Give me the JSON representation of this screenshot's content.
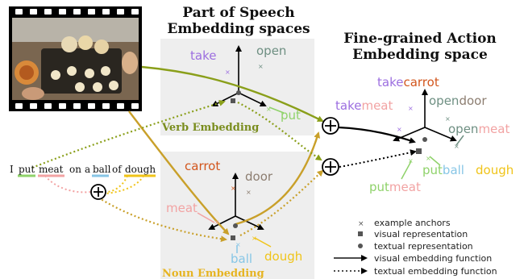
{
  "titles": {
    "pos_line1": "Part of Speech",
    "pos_line2": "Embedding spaces",
    "action_line1": "Fine-grained Action",
    "action_line2": "Embedding space"
  },
  "verb_space": {
    "label": "Verb Embedding",
    "anchors": {
      "take": "take",
      "open": "open",
      "put": "put"
    }
  },
  "noun_space": {
    "label": "Noun Embedding",
    "anchors": {
      "carrot": "carrot",
      "door": "door",
      "meat": "meat",
      "ball": "ball",
      "dough": "dough"
    }
  },
  "sentence": {
    "words": [
      "I",
      "put",
      "meat",
      "on",
      "a",
      "ball",
      "of",
      "dough"
    ]
  },
  "action_space": {
    "pairs": [
      {
        "verb": "take",
        "noun": "carrot"
      },
      {
        "verb": "take",
        "noun": "meat"
      },
      {
        "verb": "open",
        "noun": "door"
      },
      {
        "verb": "open",
        "noun": "meat"
      },
      {
        "verb": "put",
        "noun": "ball"
      },
      {
        "verb": "put",
        "noun": "dough"
      },
      {
        "verb": "put",
        "noun": "meat"
      }
    ]
  },
  "legend": {
    "anchors": "example anchors",
    "visual": "visual representation",
    "textual": "textual representation",
    "visual_fn": "visual embedding function",
    "textual_fn": "textual embedding function"
  },
  "colors": {
    "take": "#9c6ee0",
    "open": "#6e8f82",
    "put": "#8fd26a",
    "carrot": "#d2561d",
    "door": "#8c7d70",
    "meat": "#f2a3a3",
    "ball": "#87c6e6",
    "dough": "#f0c419",
    "verb_label": "#7a8d1e",
    "noun_label": "#e6b422",
    "olive_arrow": "#8a9f1a",
    "gold_arrow": "#c9a02a",
    "panel_bg": "#eeeeee"
  },
  "icons": [
    "plus-circle-icon",
    "cross-anchor-icon",
    "square-visual-icon",
    "circle-textual-icon"
  ]
}
